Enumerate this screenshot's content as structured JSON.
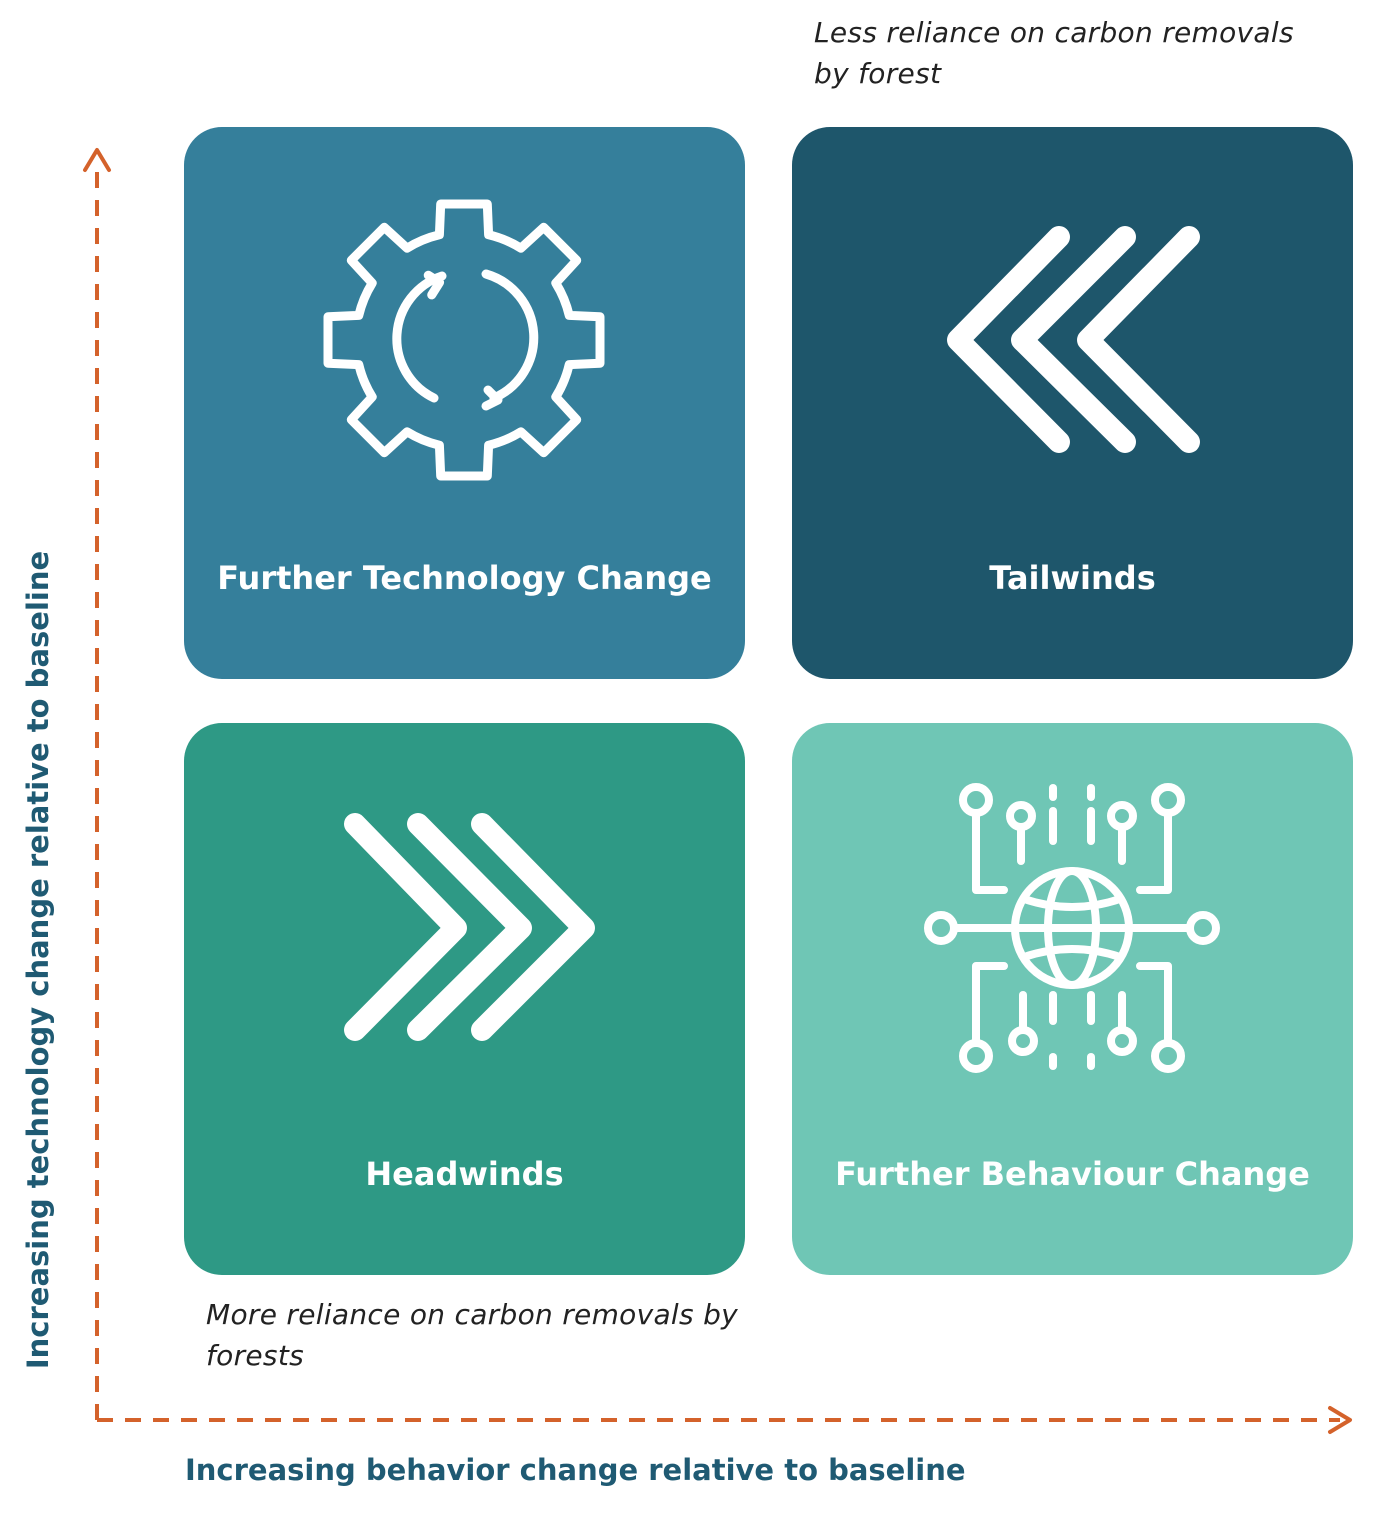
{
  "notes": {
    "top": "Less reliance on carbon removals by forest",
    "bottom": "More reliance on carbon removals by forests"
  },
  "axes": {
    "x_title": "Increasing behavior change relative to baseline",
    "y_title": "Increasing technology change relative to baseline",
    "arrow_color": "#d4622b"
  },
  "quadrants": {
    "top_left": {
      "label": "Further Technology Change",
      "color": "#357f9b",
      "icon": "gear-refresh-icon"
    },
    "top_right": {
      "label": "Tailwinds",
      "color": "#1e566b",
      "icon": "triple-chevron-left-icon"
    },
    "bottom_left": {
      "label": "Headwinds",
      "color": "#2e9985",
      "icon": "triple-chevron-right-icon"
    },
    "bottom_right": {
      "label": "Further Behaviour Change",
      "color": "#6fc6b5",
      "icon": "globe-circuit-icon"
    }
  }
}
